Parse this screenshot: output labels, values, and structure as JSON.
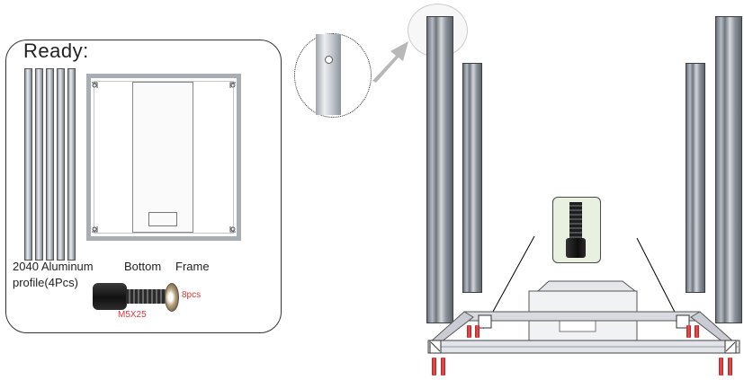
{
  "ready_panel": {
    "title": "Ready:",
    "profile_label_line1": "2040 Aluminum",
    "profile_label_line2": "profile(4Pcs)",
    "frame_label_word1": "Bottom",
    "frame_label_word2": "Frame",
    "screw_label": "M5X25",
    "screw_count_label": "8pcs"
  },
  "colors": {
    "accent_red": "#d93a3a",
    "popup_green": "#e8f1df",
    "profile_grey": "#a9aeb5"
  },
  "icons": {
    "arrow": "grey-arrow-icon",
    "screw": "hex-screw-icon"
  }
}
